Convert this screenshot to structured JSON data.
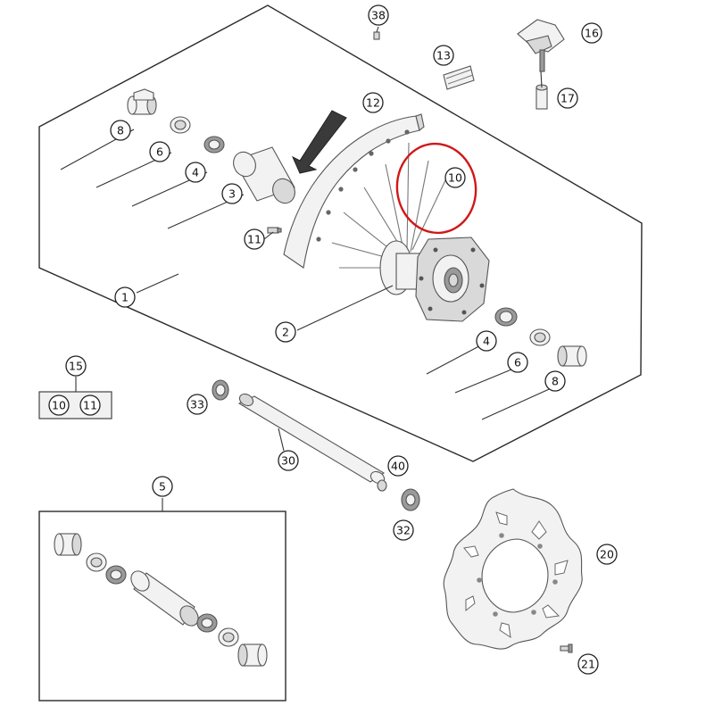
{
  "callouts": {
    "c1": "1",
    "c2": "2",
    "c3": "3",
    "c4a": "4",
    "c4b": "4",
    "c5": "5",
    "c6a": "6",
    "c6b": "6",
    "c8a": "8",
    "c8b": "8",
    "c10": "10",
    "c11": "11",
    "c12": "12",
    "c13": "13",
    "c15": "15",
    "c15_10": "10",
    "c15_11": "11",
    "c16": "16",
    "c17": "17",
    "c20": "20",
    "c21": "21",
    "c30": "30",
    "c32": "32",
    "c33": "33",
    "c38": "38",
    "c40": "40"
  },
  "colors": {
    "highlight": "#d01818",
    "line": "#2a2a2a",
    "part_fill": "#d9d9d9"
  }
}
